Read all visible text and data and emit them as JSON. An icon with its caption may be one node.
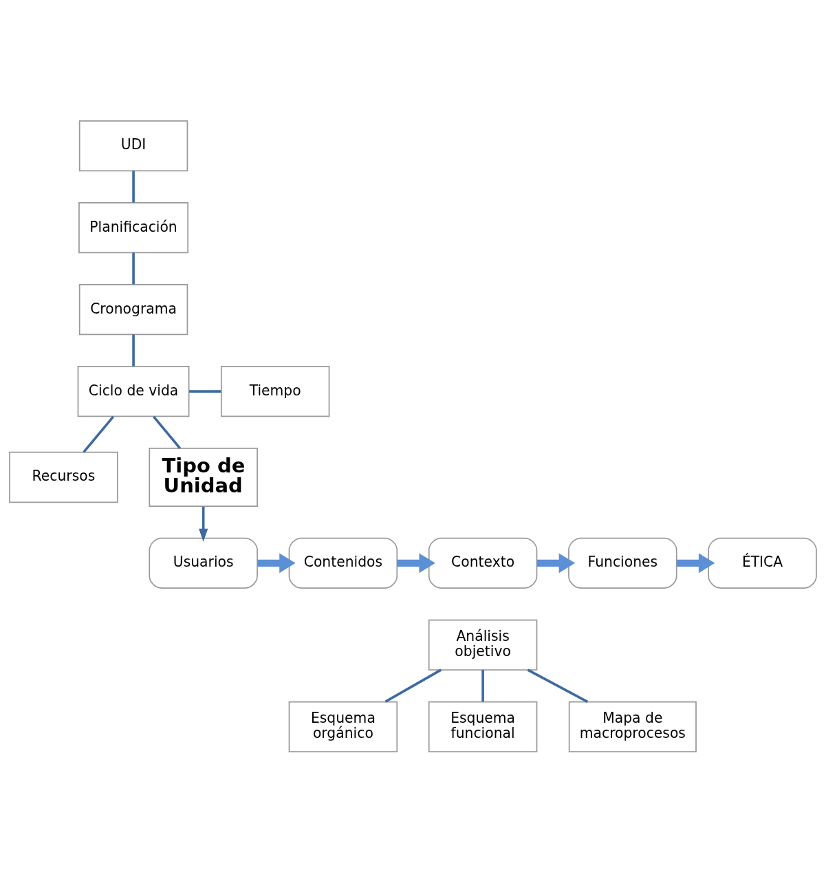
{
  "diagram": {
    "nodes": [
      {
        "text": [
          "UDI"
        ]
      },
      {
        "text": [
          "Planificación"
        ]
      },
      {
        "text": [
          "Cronograma"
        ]
      },
      {
        "text": [
          "Ciclo de vida"
        ]
      },
      {
        "text": [
          "Tiempo"
        ]
      },
      {
        "text": [
          "Recursos"
        ]
      },
      {
        "text": [
          "Tipo de Unidad"
        ]
      },
      {
        "text": [
          "Usuarios"
        ]
      },
      {
        "text": [
          "Contenidos"
        ]
      },
      {
        "text": [
          "Contexto"
        ]
      },
      {
        "text": [
          "Funciones"
        ]
      },
      {
        "text": [
          "ÉTICA"
        ]
      },
      {
        "text": [
          "Análisis objetivo"
        ]
      },
      {
        "text": [
          "Esquema orgánico"
        ]
      },
      {
        "text": [
          "Esquema funcional"
        ]
      },
      {
        "text": [
          "Mapa de macroprocesos"
        ]
      }
    ],
    "edges": [
      {
        "from": 0,
        "to": 1,
        "arrow": "none"
      },
      {
        "from": 1,
        "to": 2,
        "arrow": "none"
      },
      {
        "from": 2,
        "to": 3,
        "arrow": "none"
      },
      {
        "from": 3,
        "to": 4,
        "arrow": "none"
      },
      {
        "from": 3,
        "to": 5,
        "arrow": "none"
      },
      {
        "from": 3,
        "to": 6,
        "arrow": "none"
      },
      {
        "from": 6,
        "to": 7,
        "arrow": "to"
      },
      {
        "from": 7,
        "to": 8,
        "arrow": "to",
        "style": "thick",
        "color": "#5b8fd6"
      },
      {
        "from": 8,
        "to": 9,
        "arrow": "to",
        "style": "thick",
        "color": "#5b8fd6"
      },
      {
        "from": 9,
        "to": 10,
        "arrow": "to",
        "style": "thick",
        "color": "#5b8fd6"
      },
      {
        "from": 10,
        "to": 11,
        "arrow": "to",
        "style": "thick",
        "color": "#5b8fd6"
      },
      {
        "from": 12,
        "to": 13,
        "arrow": "none"
      },
      {
        "from": 12,
        "to": 14,
        "arrow": "none"
      },
      {
        "from": 12,
        "to": 15,
        "arrow": "none"
      }
    ]
  }
}
